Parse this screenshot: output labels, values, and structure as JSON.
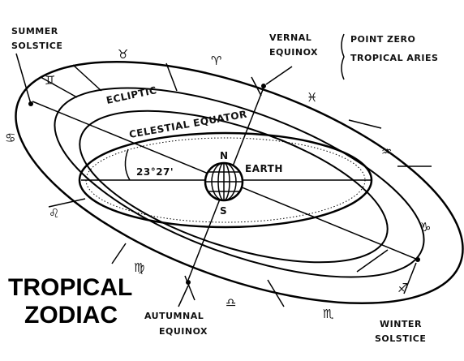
{
  "title_line1": "TROPICAL",
  "title_line2": "ZODIAC",
  "labels": {
    "summer_solstice_1": "SUMMER",
    "summer_solstice_2": "SOLSTICE",
    "vernal_equinox_1": "VERNAL",
    "vernal_equinox_2": "EQUINOX",
    "point_zero": "POINT ZERO",
    "tropical_aries": "TROPICAL ARIES",
    "ecliptic": "ECLIPTIC",
    "celestial_equator": "CELESTIAL EQUATOR",
    "obliquity": "23°27'",
    "north": "N",
    "south": "S",
    "earth": "EARTH",
    "autumnal_equinox_1": "AUTUMNAL",
    "autumnal_equinox_2": "EQUINOX",
    "winter_solstice_1": "WINTER",
    "winter_solstice_2": "SOLSTICE"
  },
  "zodiac_signs": {
    "taurus": "♉",
    "aries": "♈",
    "gemini": "♊",
    "cancer": "♋",
    "pisces": "♓",
    "aquarius": "♒",
    "leo": "♌",
    "virgo": "♍",
    "capricorn": "♑",
    "sagittarius": "♐",
    "libra": "♎",
    "scorpio": "♏"
  }
}
